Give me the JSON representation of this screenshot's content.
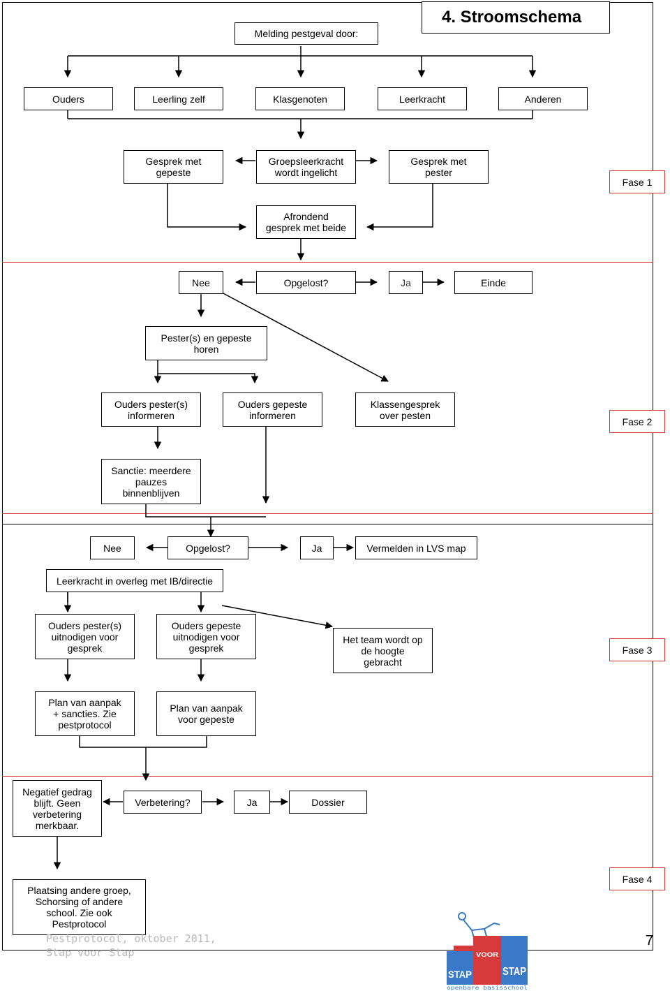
{
  "title": "4.  Stroomschema",
  "phase1": {
    "melding": "Melding pestgeval door:",
    "reporters": [
      "Ouders",
      "Leerling zelf",
      "Klasgenoten",
      "Leerkracht",
      "Anderen"
    ],
    "gesprek_gepeste": "Gesprek met\ngepeste",
    "groepsleerkracht": "Groepsleerkracht\nwordt ingelicht",
    "gesprek_pester": "Gesprek met\npester",
    "afrondend": "Afrondend\ngesprek met beide",
    "label": "Fase 1"
  },
  "phase2": {
    "nee": "Nee",
    "opgelost": "Opgelost?",
    "ja": "Ja",
    "einde": "Einde",
    "horen": "Pester(s) en gepeste\nhoren",
    "ouders_pester": "Ouders pester(s)\ninformeren",
    "ouders_gepeste": "Ouders gepeste\ninformeren",
    "klassengesprek": "Klassengesprek\nover pesten",
    "sanctie": "Sanctie: meerdere\npauzes\nbinnenblijven",
    "label": "Fase 2"
  },
  "phase3": {
    "nee": "Nee",
    "opgelost": "Opgelost?",
    "ja": "Ja",
    "lvs": "Vermelden in LVS map",
    "overleg": "Leerkracht in overleg met IB/directie",
    "ouders_pester": "Ouders pester(s)\nuitnodigen voor\ngesprek",
    "ouders_gepeste": "Ouders gepeste\nuitnodigen  voor\ngesprek",
    "team": "Het team wordt op\nde hoogte\ngebracht",
    "plan_sancties": "Plan van aanpak\n+ sancties. Zie\npestprotocol",
    "plan_gepeste": "Plan van aanpak\nvoor gepeste\n ",
    "label": "Fase 3"
  },
  "phase4": {
    "negatief": "Negatief gedrag\nblijft. Geen\nverbetering\nmerkbaar.",
    "verbetering": "Verbetering?",
    "ja": "Ja",
    "dossier": "Dossier",
    "plaatsing": "Plaatsing andere groep,\nSchorsing of andere\nschool. Zie ook\nPestprotocol",
    "label": "Fase 4"
  },
  "footer": {
    "text": "Pestprotocol, oktober 2011,\nStap voor Stap",
    "page": "7"
  },
  "logo": {
    "text_left": "STAP",
    "text_middle": "VOOR",
    "text_right": "STAP",
    "subtitle": "openbare basisschool",
    "colors": {
      "blue": "#3a78c8",
      "red": "#d63a3a"
    }
  }
}
